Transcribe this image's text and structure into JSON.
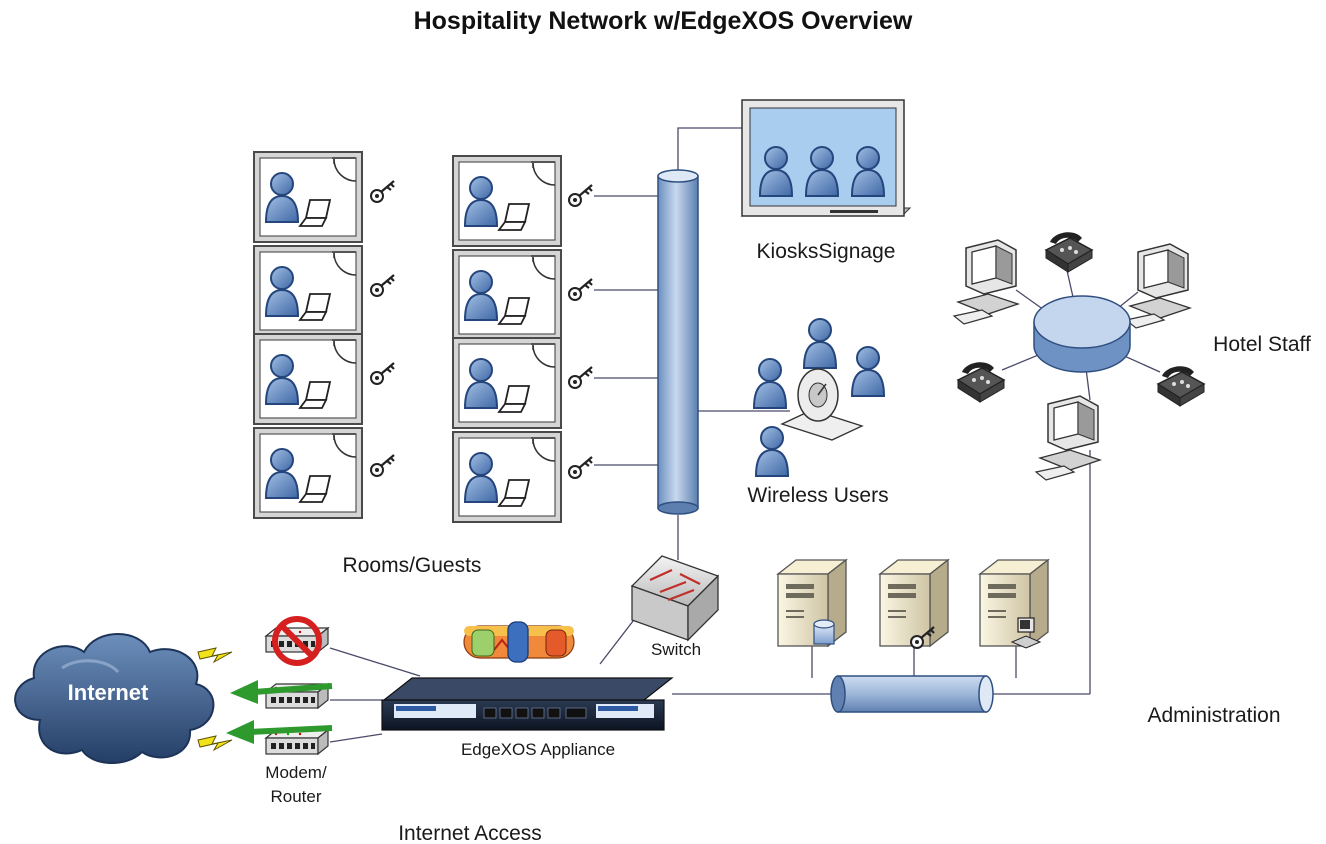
{
  "title": "Hospitality Network w/EdgeXOS Overview",
  "labels": {
    "rooms": "Rooms/Guests",
    "kiosks": "KiosksSignage",
    "wireless": "Wireless Users",
    "hotel_staff": "Hotel Staff",
    "switch": "Switch",
    "administration": "Administration",
    "appliance": "EdgeXOS Appliance",
    "modem_line1": "Modem/",
    "modem_line2": "Router",
    "internet_access": "Internet Access",
    "internet": "Internet"
  },
  "icons": {
    "room": "hotel-room-icon",
    "key": "key-icon",
    "person": "person-icon",
    "laptop": "laptop-icon",
    "server": "server-icon",
    "phone": "phone-icon",
    "workstation": "workstation-icon",
    "cloud": "cloud-icon",
    "no_symbol": "no-entry-icon",
    "lightning": "lightning-icon"
  },
  "colors": {
    "accent_blue": "#5f86bb",
    "backbone_blue": "#9ab4d6",
    "screen_blue": "#a9cdef",
    "cloud_blue": "#4c6f9c",
    "arrow_green": "#2e9a2e",
    "bolt_yellow": "#f2e21a",
    "no_red": "#d62020"
  }
}
